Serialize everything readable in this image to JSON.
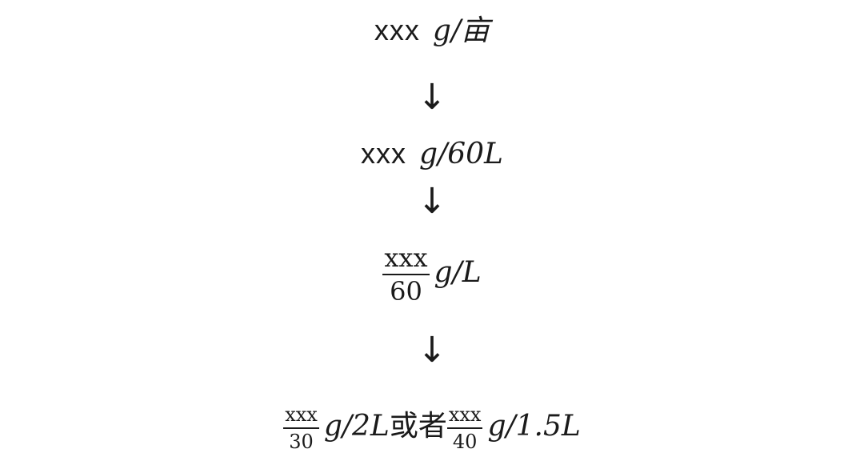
{
  "steps": [
    {
      "prefix": "xxx",
      "unit": "g/亩"
    },
    {
      "prefix": "xxx",
      "unit": "g/60L"
    },
    {
      "numerator": "xxx",
      "denominator": "60",
      "unit": "g/L"
    },
    {
      "first": {
        "numerator": "xxx",
        "denominator": "30",
        "unit": "g/2L"
      },
      "connector": "或者",
      "second": {
        "numerator": "xxx",
        "denominator": "40",
        "unit": "g/1.5L"
      }
    }
  ],
  "arrow_glyph": "↓"
}
